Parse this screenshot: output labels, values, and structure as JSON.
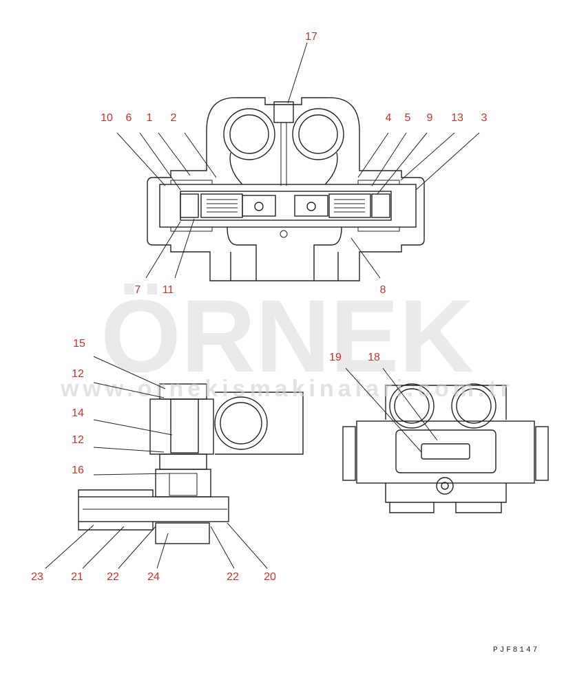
{
  "callouts": [
    {
      "label": "17"
    },
    {
      "label": "10"
    },
    {
      "label": "6"
    },
    {
      "label": "1"
    },
    {
      "label": "2"
    },
    {
      "label": "4"
    },
    {
      "label": "5"
    },
    {
      "label": "9"
    },
    {
      "label": "13"
    },
    {
      "label": "3"
    },
    {
      "label": "7"
    },
    {
      "label": "11"
    },
    {
      "label": "8"
    },
    {
      "label": "15"
    },
    {
      "label": "12"
    },
    {
      "label": "14"
    },
    {
      "label": "12"
    },
    {
      "label": "16"
    },
    {
      "label": "23"
    },
    {
      "label": "21"
    },
    {
      "label": "22"
    },
    {
      "label": "24"
    },
    {
      "label": "22"
    },
    {
      "label": "20"
    },
    {
      "label": "19"
    },
    {
      "label": "18"
    }
  ],
  "watermark": {
    "brand": "ÖRNEK",
    "url": "www.ornekismakinalari.com.tr"
  },
  "drawing_code": "PJF8147"
}
